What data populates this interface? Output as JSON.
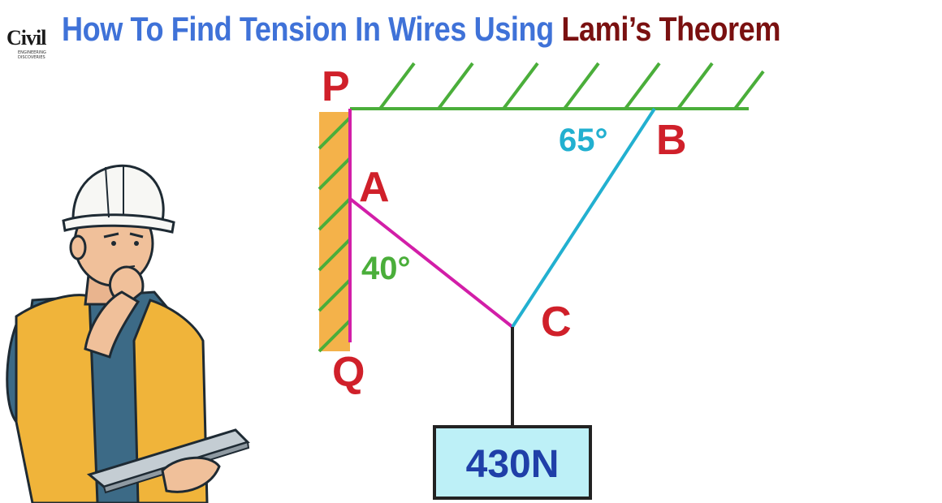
{
  "logo": {
    "text": "Civil",
    "subtitle": "ENGINEERING DISCOVERIES"
  },
  "title": {
    "part1": "How To Find Tension In Wires Using ",
    "part2": "Lami’s Theorem"
  },
  "labels": {
    "P": "P",
    "Q": "Q",
    "A": "A",
    "B": "B",
    "C": "C"
  },
  "angles": {
    "at_A": "40°",
    "at_B": "65°"
  },
  "load": {
    "text": "430N"
  },
  "colors": {
    "title_blue": "#3f72d8",
    "title_red": "#7a1010",
    "point_labels": "#d0202a",
    "wall_line": "#d21ea8",
    "wire_AC": "#d21ea8",
    "wire_BC": "#22b0d0",
    "ceiling": "#4aae3a",
    "angle_40": "#4aae3a",
    "angle_65": "#22b0d0",
    "load_box_fill": "#bdf0f7",
    "load_text": "#1f3fa8",
    "wall_fill": "#f4b24a"
  },
  "illustration": {
    "subject": "engineer-in-hard-hat-holding-tablet"
  }
}
